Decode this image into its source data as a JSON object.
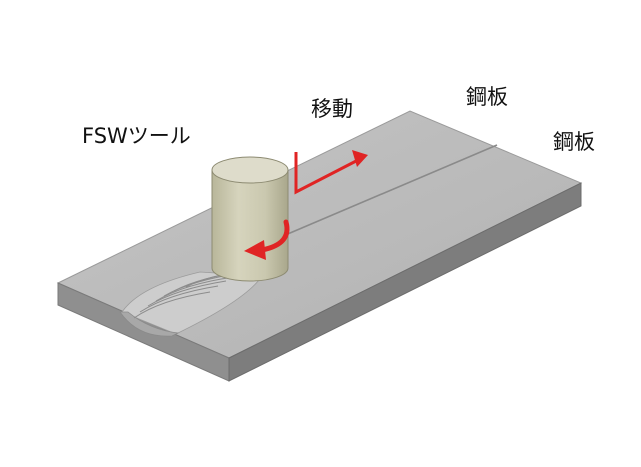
{
  "labels": {
    "tool": "FSWツール",
    "movement": "移動",
    "plate_back": "鋼板",
    "plate_front": "鋼板"
  },
  "colors": {
    "background": "#ffffff",
    "plate_top": "#b9b9b9",
    "plate_front_face": "#8f8f8f",
    "plate_side_face": "#7d7d7d",
    "weld_bead": "#cdcdcd",
    "tool_body": "#cfcdb6",
    "tool_top": "#dedccb",
    "arrow": "#e02424",
    "text": "#111111"
  },
  "icons": {
    "movement_arrow": "red-corner-arrow-icon",
    "rotation_arrow": "red-curved-arrow-icon"
  }
}
